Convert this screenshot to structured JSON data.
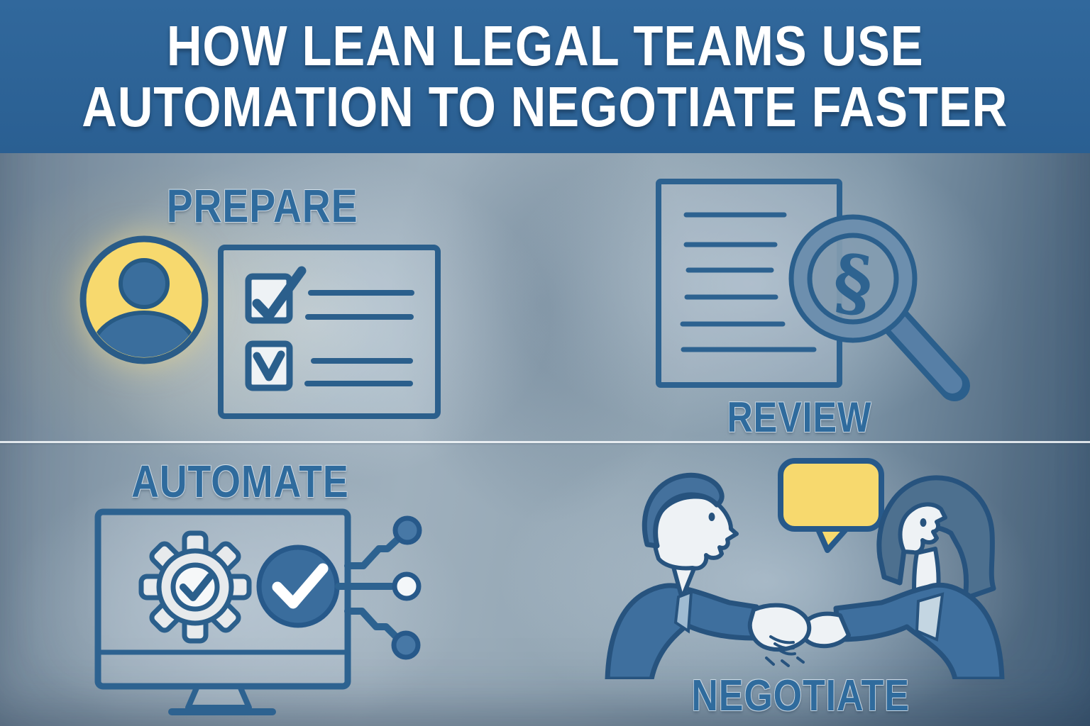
{
  "header": {
    "title_line1": "HOW LEAN LEGAL TEAMS USE",
    "title_line2": "AUTOMATION TO NEGOTIATE FASTER"
  },
  "quadrants": {
    "prepare": {
      "label": "PREPARE",
      "icons": [
        "user-avatar-icon",
        "checklist-icon"
      ]
    },
    "review": {
      "label": "REVIEW",
      "lens_symbol": "§",
      "icons": [
        "document-icon",
        "magnifier-icon",
        "section-sign-icon"
      ]
    },
    "automate": {
      "label": "AUTOMATE",
      "icons": [
        "monitor-icon",
        "gear-check-icon",
        "check-circle-icon",
        "circuit-nodes-icon"
      ]
    },
    "negotiate": {
      "label": "NEGOTIATE",
      "icons": [
        "speech-bubble-icon",
        "man-figure",
        "woman-figure",
        "handshake-icon"
      ]
    }
  },
  "colors": {
    "header_bg": "#2d6496",
    "title_text": "#ffffff",
    "label_blue": "#2f6b9d",
    "outline_blue": "#2a5c88",
    "fill_blue": "#3e6f9e",
    "accent_yellow": "#f7d96e",
    "light_fill": "#eef1f4",
    "background_mid": "#93a6b4"
  }
}
